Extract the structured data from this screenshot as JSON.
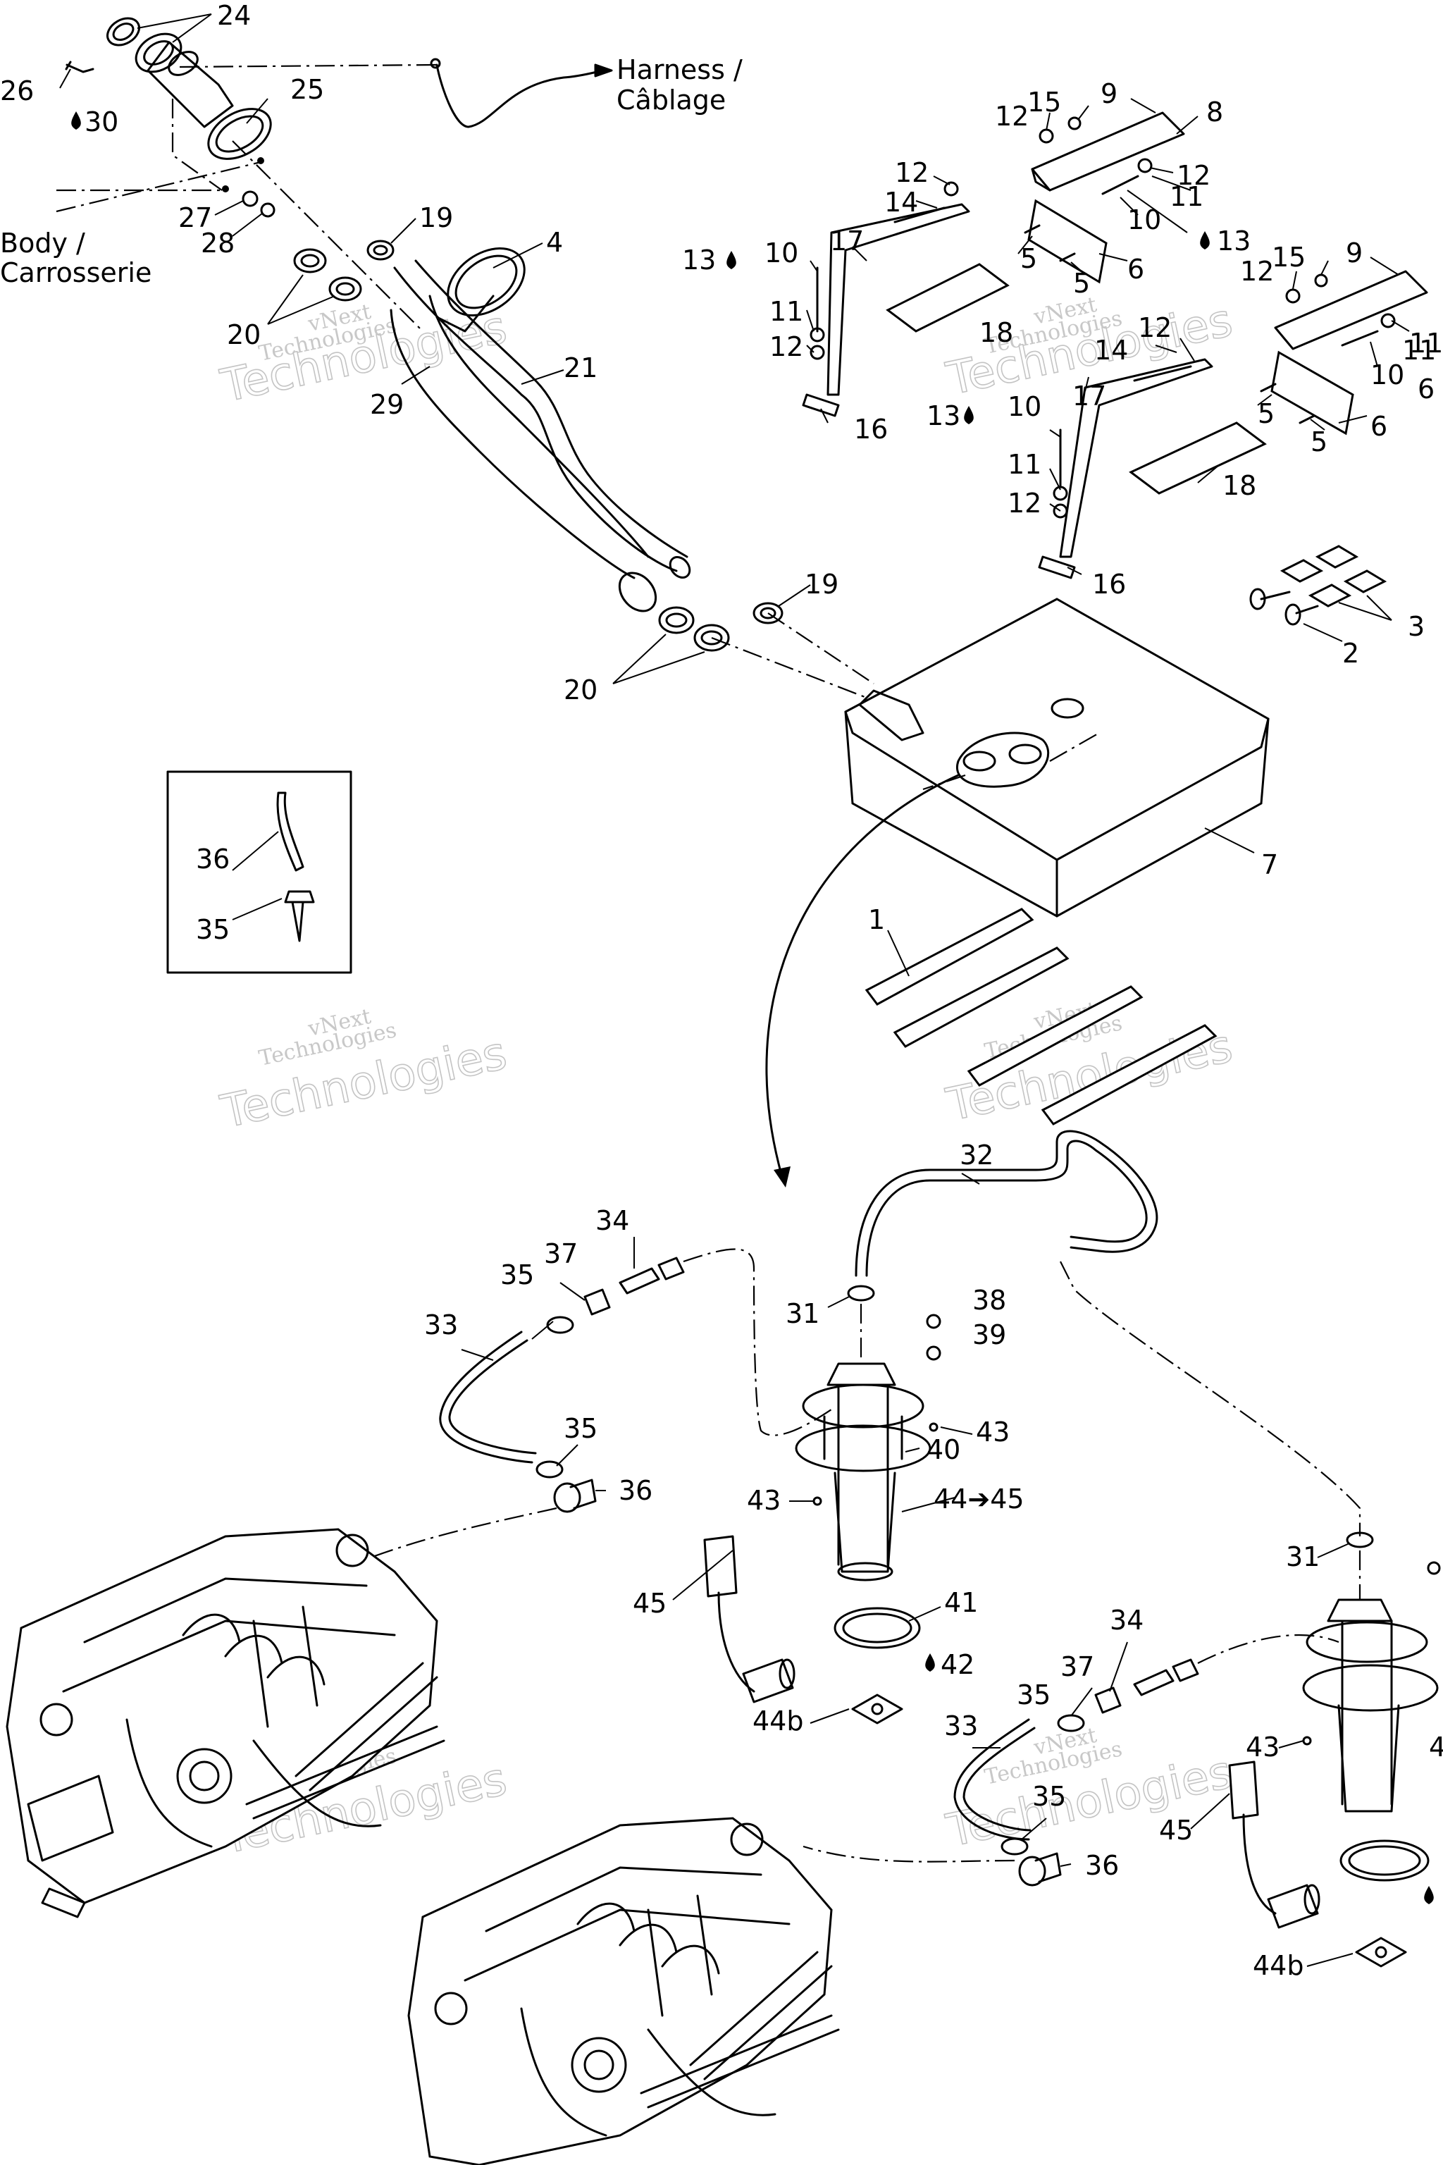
{
  "callouts": {
    "harness": "Harness /",
    "harness_fr": "Câblage",
    "body": "Body /",
    "body_fr": "Carrosserie"
  },
  "watermark": {
    "line1": "vNext",
    "line2": "Technologies",
    "big": "Technologies"
  },
  "parts": [
    {
      "id": "p24",
      "text": "24"
    },
    {
      "id": "p26",
      "text": "26"
    },
    {
      "id": "p30",
      "text": "30"
    },
    {
      "id": "p25",
      "text": "25"
    },
    {
      "id": "p27",
      "text": "27"
    },
    {
      "id": "p28",
      "text": "28"
    },
    {
      "id": "p19a",
      "text": "19"
    },
    {
      "id": "p4",
      "text": "4"
    },
    {
      "id": "p20a",
      "text": "20"
    },
    {
      "id": "p21",
      "text": "21"
    },
    {
      "id": "p29",
      "text": "29"
    },
    {
      "id": "p19b",
      "text": "19"
    },
    {
      "id": "p20b",
      "text": "20"
    },
    {
      "id": "p36a",
      "text": "36"
    },
    {
      "id": "p35a",
      "text": "35"
    },
    {
      "id": "p7",
      "text": "7"
    },
    {
      "id": "p1",
      "text": "1"
    },
    {
      "id": "p12a",
      "text": "12"
    },
    {
      "id": "p15a",
      "text": "15"
    },
    {
      "id": "p9a",
      "text": "9"
    },
    {
      "id": "p8",
      "text": "8"
    },
    {
      "id": "p14a",
      "text": "14"
    },
    {
      "id": "p12b",
      "text": "12"
    },
    {
      "id": "p11a",
      "text": "11"
    },
    {
      "id": "p12c",
      "text": "12"
    },
    {
      "id": "p10a",
      "text": "10"
    },
    {
      "id": "p13a",
      "text": "13"
    },
    {
      "id": "p17a",
      "text": "17"
    },
    {
      "id": "p5a",
      "text": "5"
    },
    {
      "id": "p5b",
      "text": "5"
    },
    {
      "id": "p6a",
      "text": "6"
    },
    {
      "id": "p13b",
      "text": "13"
    },
    {
      "id": "p10b",
      "text": "10"
    },
    {
      "id": "p11b",
      "text": "11"
    },
    {
      "id": "p12d",
      "text": "12"
    },
    {
      "id": "p18a",
      "text": "18"
    },
    {
      "id": "p16a",
      "text": "16"
    },
    {
      "id": "p12e",
      "text": "12"
    },
    {
      "id": "p15b",
      "text": "15"
    },
    {
      "id": "p9b",
      "text": "9"
    },
    {
      "id": "p12f",
      "text": "12"
    },
    {
      "id": "p14b",
      "text": "14"
    },
    {
      "id": "p11c",
      "text": "11"
    },
    {
      "id": "p10c",
      "text": "10"
    },
    {
      "id": "p5c",
      "text": "5"
    },
    {
      "id": "p5d",
      "text": "5"
    },
    {
      "id": "p6b",
      "text": "6"
    },
    {
      "id": "p17b",
      "text": "17"
    },
    {
      "id": "p13c",
      "text": "13"
    },
    {
      "id": "p10d",
      "text": "10"
    },
    {
      "id": "p11d",
      "text": "11"
    },
    {
      "id": "p12g",
      "text": "12"
    },
    {
      "id": "p18b",
      "text": "18"
    },
    {
      "id": "p16b",
      "text": "16"
    },
    {
      "id": "p3",
      "text": "3"
    },
    {
      "id": "p2",
      "text": "2"
    },
    {
      "id": "p32",
      "text": "32"
    },
    {
      "id": "p34a",
      "text": "34"
    },
    {
      "id": "p37a",
      "text": "37"
    },
    {
      "id": "p35b",
      "text": "35"
    },
    {
      "id": "p33a",
      "text": "33"
    },
    {
      "id": "p31a",
      "text": "31"
    },
    {
      "id": "p38",
      "text": "38"
    },
    {
      "id": "p39",
      "text": "39"
    },
    {
      "id": "p43a",
      "text": "43"
    },
    {
      "id": "p40",
      "text": "40"
    },
    {
      "id": "p35c",
      "text": "35"
    },
    {
      "id": "p36b",
      "text": "36"
    },
    {
      "id": "p43b",
      "text": "43"
    },
    {
      "id": "p44",
      "text": "44➔45"
    },
    {
      "id": "p45a",
      "text": "45"
    },
    {
      "id": "p41",
      "text": "41"
    },
    {
      "id": "p42",
      "text": "42"
    },
    {
      "id": "p44b1",
      "text": "44b"
    },
    {
      "id": "p31b",
      "text": "31"
    },
    {
      "id": "p34b",
      "text": "34"
    },
    {
      "id": "p37b",
      "text": "37"
    },
    {
      "id": "p35d",
      "text": "35"
    },
    {
      "id": "p33b",
      "text": "33"
    },
    {
      "id": "p35e",
      "text": "35"
    },
    {
      "id": "p36c",
      "text": "36"
    },
    {
      "id": "p43c",
      "text": "43"
    },
    {
      "id": "p45b",
      "text": "45"
    },
    {
      "id": "p44b2",
      "text": "44b"
    },
    {
      "id": "p11e",
      "text": "11"
    },
    {
      "id": "p6c",
      "text": "6"
    },
    {
      "id": "p4b",
      "text": "4"
    }
  ]
}
